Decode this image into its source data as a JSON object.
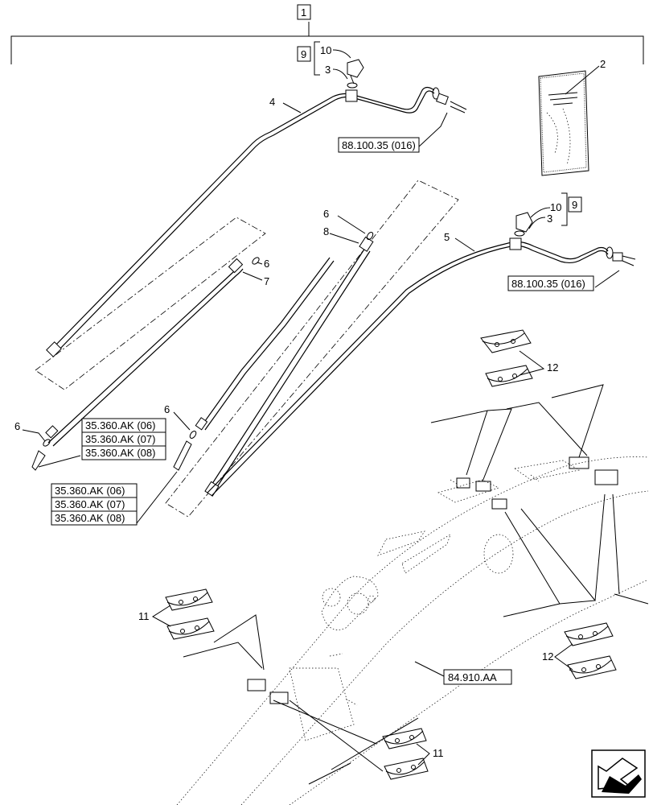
{
  "callouts": {
    "item_1": "1",
    "item_2": "2",
    "item_3a": "3",
    "item_3b": "3",
    "item_4": "4",
    "item_5": "5",
    "item_6a": "6",
    "item_6b": "6",
    "item_6c": "6",
    "item_6d": "6",
    "item_7": "7",
    "item_8": "8",
    "item_9a": "9",
    "item_9b": "9",
    "item_10a": "10",
    "item_10b": "10",
    "item_11a": "11",
    "item_11b": "11",
    "item_12a": "12",
    "item_12b": "12"
  },
  "references": {
    "ref_top": "88.100.35 (016)",
    "ref_right": "88.100.35 (016)",
    "ref_boom": "84.910.AA",
    "group_a": [
      "35.360.AK (06)",
      "35.360.AK (07)",
      "35.360.AK (08)"
    ],
    "group_b": [
      "35.360.AK (06)",
      "35.360.AK (07)",
      "35.360.AK (08)"
    ]
  },
  "icons": {
    "nav": "arrow-nav-icon"
  }
}
